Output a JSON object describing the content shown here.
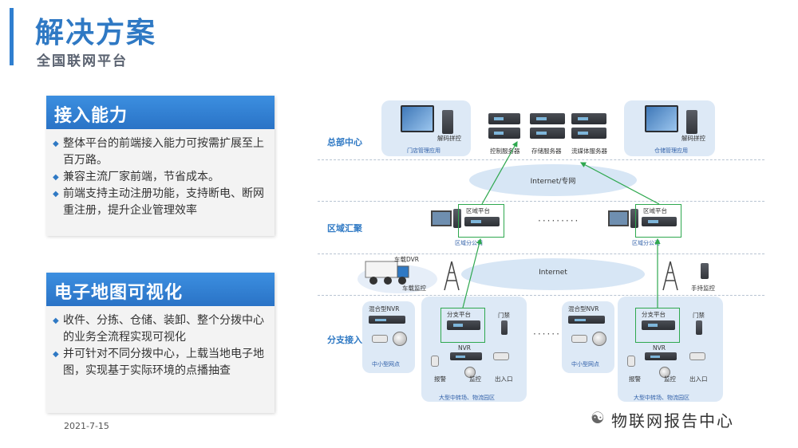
{
  "header": {
    "title": "解决方案",
    "subtitle": "全国联网平台"
  },
  "cards": [
    {
      "title": "接入能力",
      "bullets": [
        "整体平台的前端接入能力可按需扩展至上百万路。",
        "兼容主流厂家前端，节省成本。",
        "前端支持主动注册功能，支持断电、断网重注册，提升企业管理效率"
      ]
    },
    {
      "title": "电子地图可视化",
      "bullets": [
        "收件、分拣、仓储、装卸、整个分拨中心的业务全流程实现可视化",
        "并可针对不同分拨中心，上载当地电子地图，实现基于实际环境的点播抽查"
      ]
    }
  ],
  "date": "2021-7-15",
  "diagram": {
    "rows": [
      "总部中心",
      "区域汇聚",
      "分支接入"
    ],
    "hq": {
      "left_device": "解码拼控",
      "left_caption": "门店管理应用",
      "servers": [
        "控制服务器",
        "存储服务器",
        "流媒体服务器"
      ],
      "right_device": "解码拼控",
      "right_caption": "仓储管理应用"
    },
    "cloud_top": "Internet/专网",
    "region": {
      "platform": "区域平台",
      "caption": "区域分公司"
    },
    "cloud_mid": "Internet",
    "vehicle": {
      "dvr": "车载DVR",
      "monitor": "车载监控"
    },
    "handheld": "手持监控",
    "branch": {
      "nvr_hybrid": "混合型NVR",
      "small_site": "中小型网点",
      "branch_platform": "分支平台",
      "access_control": "门禁",
      "nvr": "NVR",
      "alarm": "报警",
      "monitor": "监控",
      "entrance": "出入口",
      "large_site": "大型中转场、物流园区"
    }
  },
  "watermark": "物联网报告中心",
  "colors": {
    "accent": "#2f79c4",
    "card_header": "#2f7fd0",
    "highlight_box": "#2fa84f",
    "panel": "#dde9f6"
  }
}
